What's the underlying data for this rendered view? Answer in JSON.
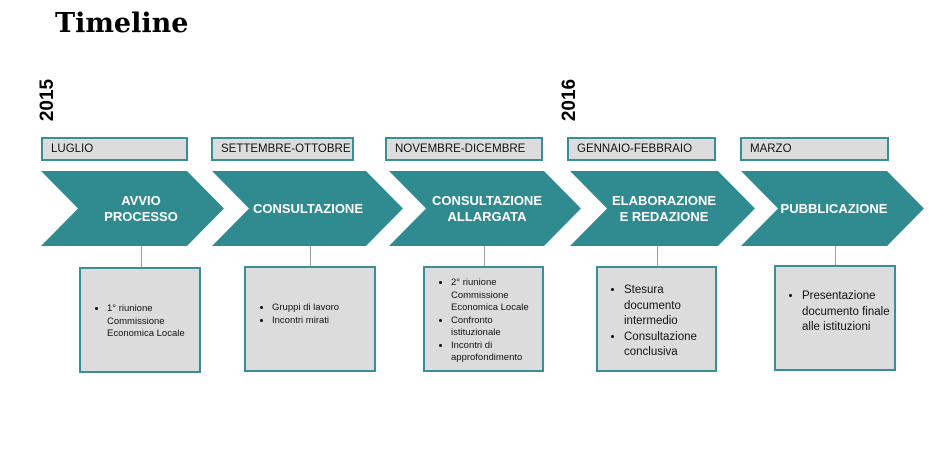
{
  "title": "Timeline",
  "years": [
    "2015",
    "2016"
  ],
  "periods": [
    "LUGLIO",
    "SETTEMBRE-OTTOBRE",
    "NOVEMBRE-DICEMBRE",
    "GENNAIO-FEBBRAIO",
    "MARZO"
  ],
  "phases": [
    "AVVIO\nPROCESSO",
    "CONSULTAZIONE",
    "CONSULTAZIONE\nALLARGATA",
    "ELABORAZIONE\nE REDAZIONE",
    "PUBBLICAZIONE"
  ],
  "details": [
    [
      "1° riunione Commissione Economica Locale"
    ],
    [
      "Gruppi di lavoro",
      "Incontri mirati"
    ],
    [
      "2° riunione Commissione Economica Locale",
      "Confronto istituzionale",
      "Incontri di approfondimento"
    ],
    [
      "Stesura documento intermedio",
      "Consultazione conclusiva"
    ],
    [
      "Presentazione documento finale alle istituzioni"
    ]
  ],
  "colors": {
    "arrow": "#2f8b8f",
    "box_fill": "#dcdcdc",
    "box_border": "#3a8f96"
  }
}
